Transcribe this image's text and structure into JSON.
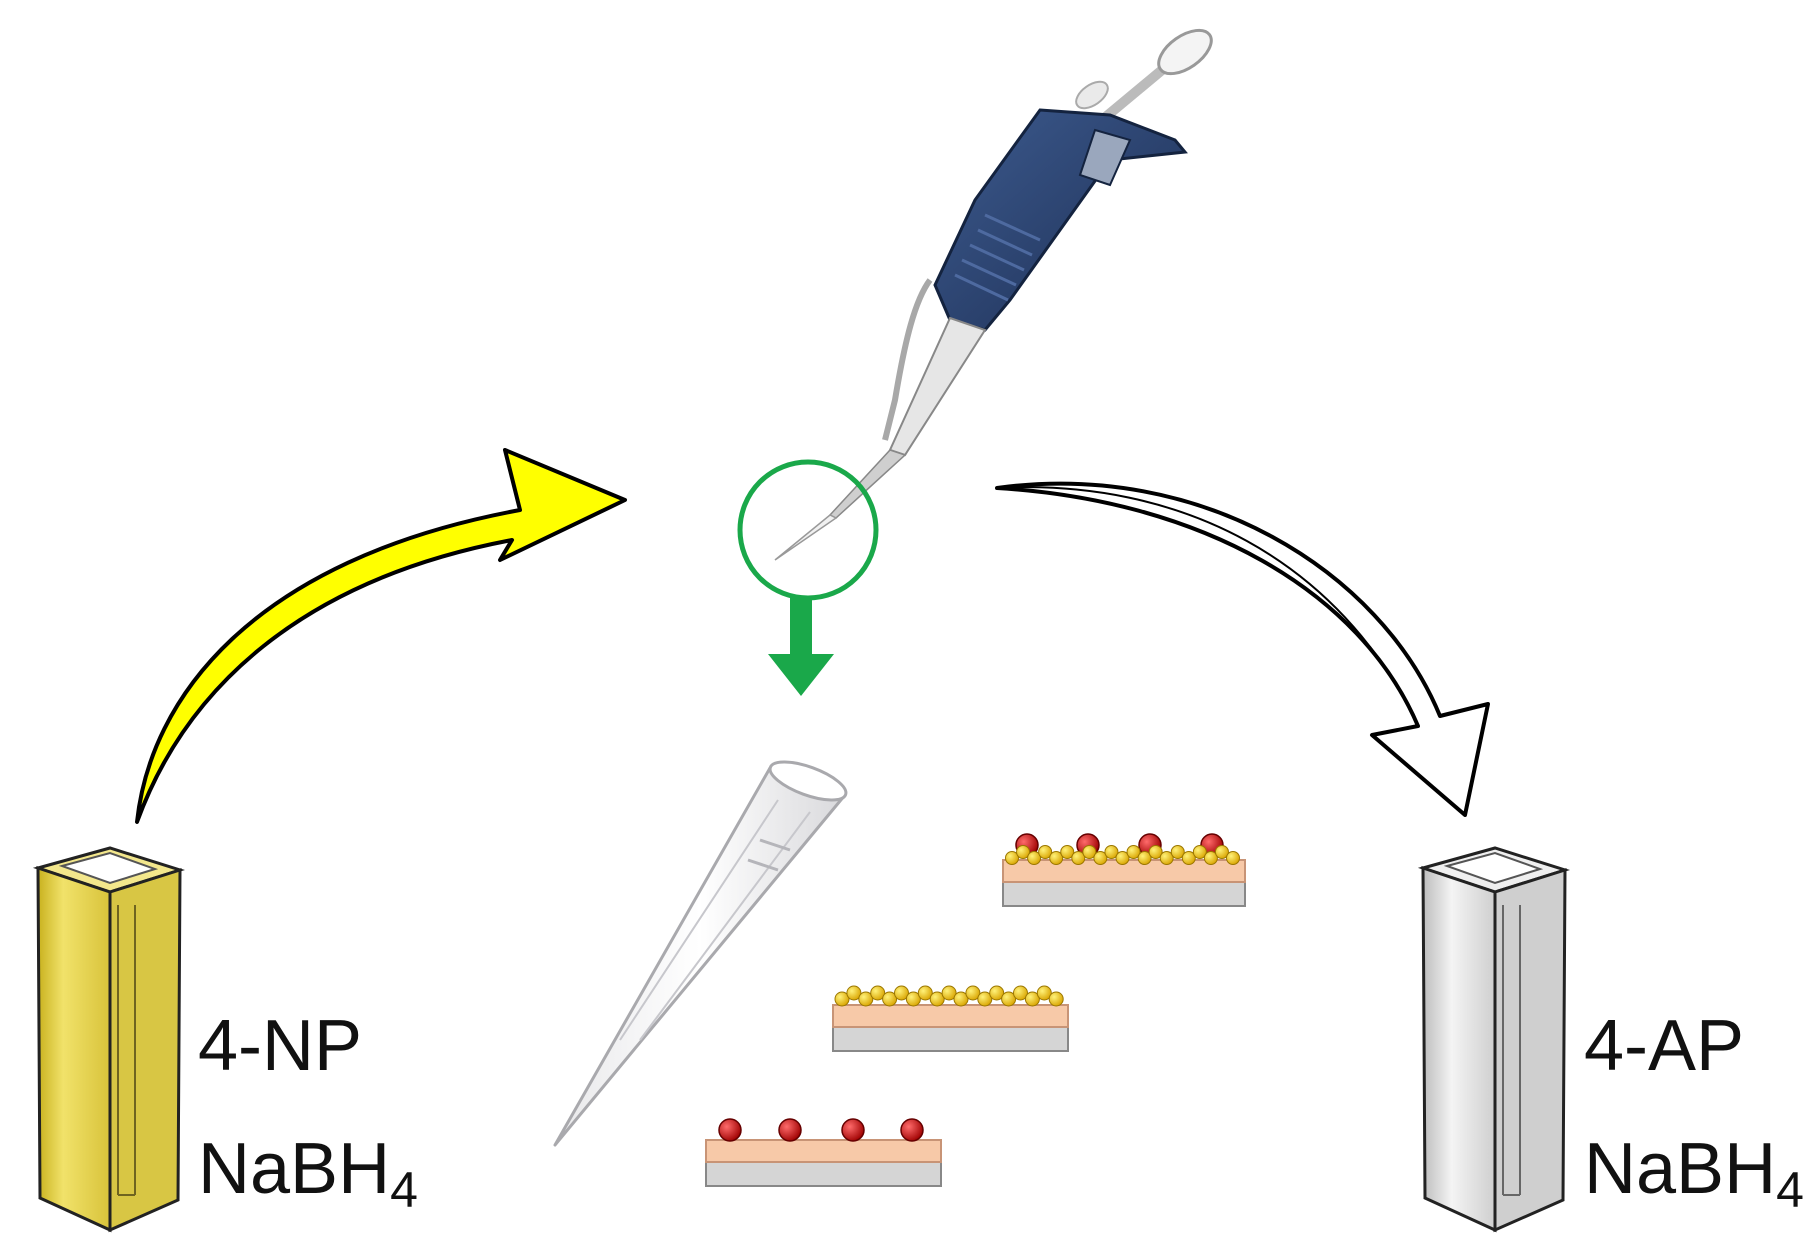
{
  "left_cuvette": {
    "line1": "4-NP",
    "line2_main": "NaBH",
    "line2_sub": "4",
    "color": "#e8d63a"
  },
  "right_cuvette": {
    "line1": "4-AP",
    "line2_main": "NaBH",
    "line2_sub": "4",
    "color": "#d9d9d9"
  },
  "colors": {
    "yellow_arrow": "#ffff00",
    "green_accent": "#1aa84a",
    "pipette_body": "#243a66",
    "substrate": "#f7c9a8",
    "base": "#d5d5d5",
    "gold_particles": "#f2c21b",
    "red_particles": "#d40000"
  },
  "icons": [
    "pipette-icon",
    "pipette-tip-icon",
    "cuvette-icon",
    "substrate-icon"
  ]
}
